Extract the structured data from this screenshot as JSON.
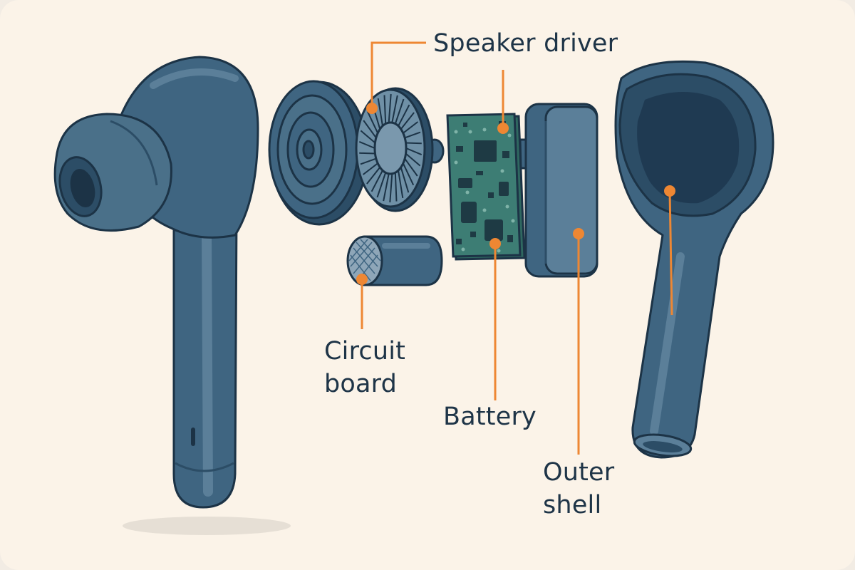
{
  "diagram": {
    "colors": {
      "background": "#fbf3e8",
      "outline": "#1c3346",
      "body": "#3f6581",
      "body_dark": "#2c4d66",
      "body_light": "#5b7f99",
      "pcb": "#3d7d74",
      "leader": "#ee8733"
    },
    "labels": {
      "speaker_driver": "Speaker driver",
      "circuit_board": [
        "Circuit",
        "board"
      ],
      "battery": "Battery",
      "outer_shell": [
        "Outer",
        "shell"
      ]
    }
  }
}
